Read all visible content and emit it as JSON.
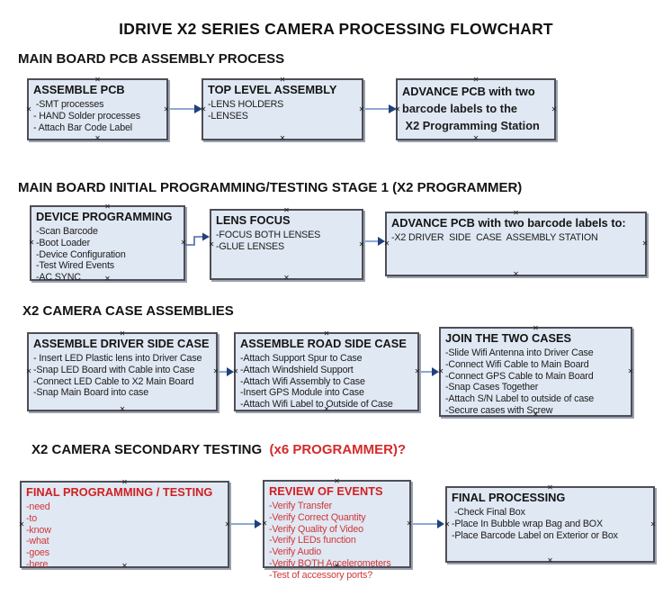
{
  "title": "IDRIVE X2  SERIES CAMERA PROCESSING FLOWCHART",
  "icons": {
    "anchor_x": "✕"
  },
  "colors": {
    "box_fill": "#e0e8f3",
    "box_border": "#4e4e57",
    "red_heading": "#d42a2a",
    "red_box_text": "#cf3737",
    "arrow_line": "#8da9d2",
    "arrow_head": "#20407e",
    "black_text": "#141414"
  },
  "sections": [
    {
      "heading": "MAIN BOARD PCB ASSEMBLY PROCESS",
      "boxes": [
        {
          "title": "ASSEMBLE PCB",
          "items": [
            " -SMT processes",
            "- HAND Solder processes",
            "- Attach Bar Code Label"
          ]
        },
        {
          "title": "TOP LEVEL ASSEMBLY",
          "items": [
            "-LENS HOLDERS",
            "-LENSES"
          ]
        },
        {
          "title": "ADVANCE PCB with two",
          "items": [
            "barcode labels to the",
            " X2 Programming Station"
          ]
        }
      ]
    },
    {
      "heading": "MAIN BOARD INITIAL PROGRAMMING/TESTING STAGE 1 (X2 PROGRAMMER)",
      "boxes": [
        {
          "title": "DEVICE PROGRAMMING",
          "items": [
            "-Scan Barcode",
            "-Boot Loader",
            "-Device Configuration",
            "-Test Wired Events",
            "-AC SYNC"
          ]
        },
        {
          "title": "LENS FOCUS",
          "items": [
            "-FOCUS BOTH LENSES",
            "-GLUE LENSES"
          ]
        },
        {
          "title": "ADVANCE PCB with two barcode labels to:",
          "items": [
            "-X2 DRIVER  SIDE  CASE  ASSEMBLY STATION"
          ]
        }
      ]
    },
    {
      "heading": "X2 CAMERA CASE ASSEMBLIES",
      "boxes": [
        {
          "title": "ASSEMBLE DRIVER SIDE CASE",
          "items": [
            "- Insert LED Plastic lens into Driver Case",
            "-Snap LED Board with Cable into Case",
            "-Connect LED Cable to X2 Main Board",
            "-Snap Main Board into case"
          ]
        },
        {
          "title": "ASSEMBLE ROAD SIDE CASE",
          "items": [
            "-Attach Support Spur to Case",
            "-Attach Windshield Support",
            "-Attach Wifi Assembly to Case",
            "-Insert GPS Module into Case",
            "-Attach Wifi Label to Outside of Case"
          ]
        },
        {
          "title": "JOIN THE TWO CASES",
          "items": [
            "-Slide Wifi Antenna into Driver Case",
            "-Connect Wifi Cable to Main Board",
            "-Connect GPS Cable to Main Board",
            "-Snap Cases Together",
            "-Attach S/N Label to outside of case",
            "-Secure cases with Screw"
          ]
        }
      ]
    },
    {
      "heading_black": "X2 CAMERA SECONDARY TESTING ",
      "heading_red": " (x6 PROGRAMMER)?",
      "boxes": [
        {
          "title": "FINAL PROGRAMMING / TESTING",
          "items": [
            "-need",
            "-to",
            "-know",
            "-what",
            "-goes",
            "-here"
          ]
        },
        {
          "title": "REVIEW OF EVENTS",
          "items": [
            "-Verify Transfer",
            "-Verify Correct Quantity",
            "-Verify Quality of Video",
            "-Verify LEDs function",
            "-Verify Audio",
            "-Verify BOTH Accelerometers",
            "-Test of accessory ports?"
          ]
        },
        {
          "title": "FINAL PROCESSING",
          "items": [
            " -Check Final Box",
            "-Place In Bubble wrap Bag and BOX",
            "-Place Barcode Label on Exterior or Box"
          ]
        }
      ]
    }
  ]
}
